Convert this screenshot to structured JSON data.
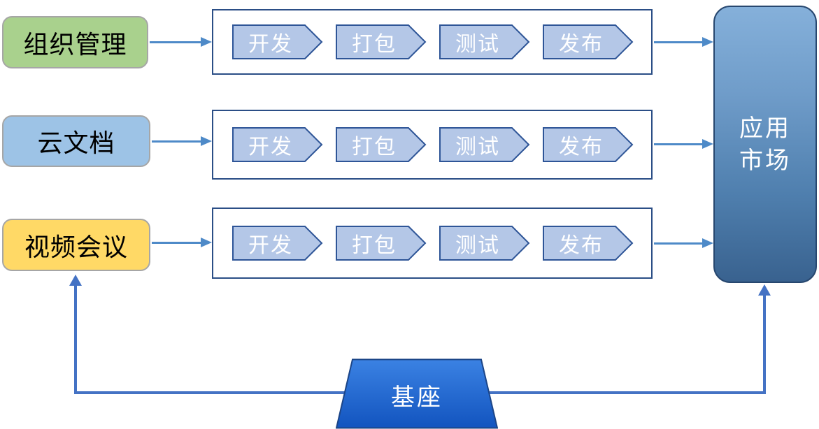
{
  "sources": [
    {
      "label": "组织管理",
      "fill": "#A9D18D"
    },
    {
      "label": "云文档",
      "fill": "#9DC3E6"
    },
    {
      "label": "视频会议",
      "fill": "#FFD966"
    }
  ],
  "pipelines": [
    {
      "steps": [
        "开发",
        "打包",
        "测试",
        "发布"
      ]
    },
    {
      "steps": [
        "开发",
        "打包",
        "测试",
        "发布"
      ]
    },
    {
      "steps": [
        "开发",
        "打包",
        "测试",
        "发布"
      ]
    }
  ],
  "market": {
    "lines": [
      "应用",
      "市场"
    ]
  },
  "base": {
    "label": "基座"
  },
  "colors": {
    "source_border": "#A6A6A6",
    "pipeline_container_border": "#2B4E86",
    "chevron_fill": "#B4C7E7",
    "chevron_border": "#2E5597",
    "side_arrow": "#4E8AC8",
    "loop_arrow": "#4472C4",
    "market_border": "#27476F",
    "market_gradient_top": "#85B0DA",
    "market_gradient_bottom": "#39628F",
    "base_gradient_top": "#3B82E3",
    "base_gradient_bottom": "#1254BF",
    "text_on_blue": "#FFFFFF"
  }
}
